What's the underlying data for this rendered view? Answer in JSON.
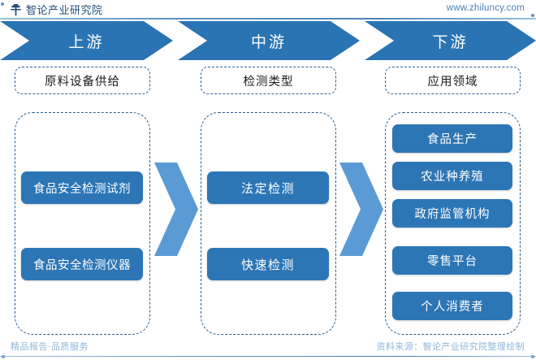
{
  "header": {
    "logo_icon": "clover-logo-icon",
    "logo_text": "智论产业研究院",
    "site_url": "www.zhiluncy.com"
  },
  "diagram": {
    "type": "value-chain-flow",
    "stages": [
      {
        "stage_label": "上游",
        "category_label": "原料设备供给",
        "items": [
          "食品安全检测试剂",
          "食品安全检测仪器"
        ]
      },
      {
        "stage_label": "中游",
        "category_label": "检测类型",
        "items": [
          "法定检测",
          "快速检测"
        ]
      },
      {
        "stage_label": "下游",
        "category_label": "应用领域",
        "items": [
          "食品生产",
          "农业种养殖",
          "政府监管机构",
          "零售平台",
          "个人消费者"
        ]
      }
    ],
    "connectors": [
      {
        "icon": "chevron-right-arrow-icon",
        "from": "上游",
        "to": "中游"
      },
      {
        "icon": "chevron-right-arrow-icon",
        "from": "中游",
        "to": "下游"
      }
    ]
  },
  "colors": {
    "chevron_blue": "#2a74b4",
    "item_blue": "#2d76b6",
    "arrow_blue": "#5b9bd5",
    "dashed_border": "#2c5f8f",
    "rule_blue": "#4a82b8",
    "footer_text": "#8fb6d8",
    "logo_text": "#1f4e79"
  },
  "footer": {
    "left_text": "精品报告·品质服务",
    "right_text": "资料来源：智论产业研究院整理绘制"
  }
}
